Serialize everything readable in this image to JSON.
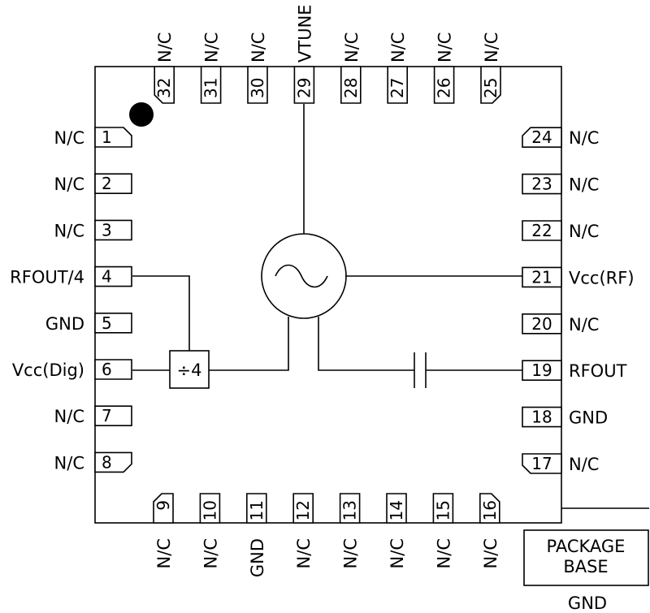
{
  "pins": {
    "left": [
      {
        "number": "1",
        "label": "N/C"
      },
      {
        "number": "2",
        "label": "N/C"
      },
      {
        "number": "3",
        "label": "N/C"
      },
      {
        "number": "4",
        "label": "RFOUT/4"
      },
      {
        "number": "5",
        "label": "GND"
      },
      {
        "number": "6",
        "label": "Vcc(Dig)"
      },
      {
        "number": "7",
        "label": "N/C"
      },
      {
        "number": "8",
        "label": "N/C"
      }
    ],
    "bottom": [
      {
        "number": "9",
        "label": "N/C"
      },
      {
        "number": "10",
        "label": "N/C"
      },
      {
        "number": "11",
        "label": "GND"
      },
      {
        "number": "12",
        "label": "N/C"
      },
      {
        "number": "13",
        "label": "N/C"
      },
      {
        "number": "14",
        "label": "N/C"
      },
      {
        "number": "15",
        "label": "N/C"
      },
      {
        "number": "16",
        "label": "N/C"
      }
    ],
    "right": [
      {
        "number": "17",
        "label": "N/C"
      },
      {
        "number": "18",
        "label": "GND"
      },
      {
        "number": "19",
        "label": "RFOUT"
      },
      {
        "number": "20",
        "label": "N/C"
      },
      {
        "number": "21",
        "label": "Vcc(RF)"
      },
      {
        "number": "22",
        "label": "N/C"
      },
      {
        "number": "23",
        "label": "N/C"
      },
      {
        "number": "24",
        "label": "N/C"
      }
    ],
    "top": [
      {
        "number": "25",
        "label": "N/C"
      },
      {
        "number": "26",
        "label": "N/C"
      },
      {
        "number": "27",
        "label": "N/C"
      },
      {
        "number": "28",
        "label": "N/C"
      },
      {
        "number": "29",
        "label": "VTUNE"
      },
      {
        "number": "30",
        "label": "N/C"
      },
      {
        "number": "31",
        "label": "N/C"
      },
      {
        "number": "32",
        "label": "N/C"
      }
    ]
  },
  "divider": {
    "label": "÷4"
  },
  "package_base": {
    "line1": "PACKAGE",
    "line2": "BASE",
    "ground": "GND"
  },
  "colors": {
    "ink": "#000000",
    "background": "#ffffff"
  },
  "icons": {
    "oscillator": "sine-wave-icon",
    "capacitor": "capacitor-icon",
    "pin1_marker": "pin1-dot-icon"
  }
}
